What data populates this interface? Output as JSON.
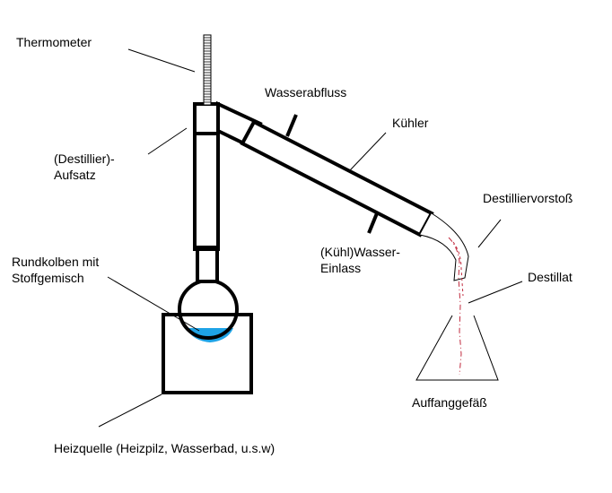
{
  "labels": {
    "thermometer": "Thermometer",
    "wasserabfluss": "Wasserabfluss",
    "kuehler": "Kühler",
    "aufsatz_line1": "(Destillier)-",
    "aufsatz_line2": "Aufsatz",
    "destilliervorstoss": "Destilliervorstoß",
    "einlass_line1": "(Kühl)Wasser-",
    "einlass_line2": "Einlass",
    "rundkolben_line1": "Rundkolben mit",
    "rundkolben_line2": "Stoffgemisch",
    "destillat": "Destillat",
    "auffanggefaess": "Auffanggefäß",
    "heizquelle": "Heizquelle (Heizpilz, Wasserbad, u.s.w)"
  },
  "colors": {
    "liquid": "#1ea3e6",
    "distillate": "#c0283c",
    "line": "#000000"
  }
}
